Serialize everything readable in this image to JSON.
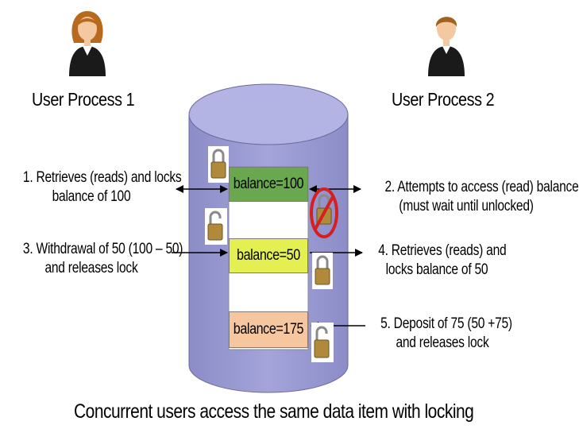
{
  "users": [
    {
      "label": "User Process 1",
      "icon": "female-user-icon"
    },
    {
      "label": "User Process 2",
      "icon": "male-user-icon"
    }
  ],
  "records": [
    {
      "label": "balance=100",
      "color": "#6aa84f"
    },
    {
      "label": "balance=50",
      "color": "#e4ef52"
    },
    {
      "label": "balance=175",
      "color": "#f6c79f"
    }
  ],
  "steps": [
    {
      "line1": "1. Retrieves (reads) and locks",
      "line2": "balance of 100"
    },
    {
      "line1": "2. Attempts to access (read) balance",
      "line2": "(must wait until unlocked)"
    },
    {
      "line1": "3. Withdrawal of 50 (100 – 50)",
      "line2": "and releases lock"
    },
    {
      "line1": "4. Retrieves (reads) and",
      "line2": "locks balance of 50"
    },
    {
      "line1": "5. Deposit of 75 (50 +75)",
      "line2": "and releases lock"
    }
  ],
  "caption": "Concurrent users access the same data item with locking",
  "colors": {
    "cylinder": "#9b9bd4",
    "cylinder_top": "#b4b4e4",
    "blocked_sign": "#d42020",
    "lock_body": "#b08a3a"
  }
}
